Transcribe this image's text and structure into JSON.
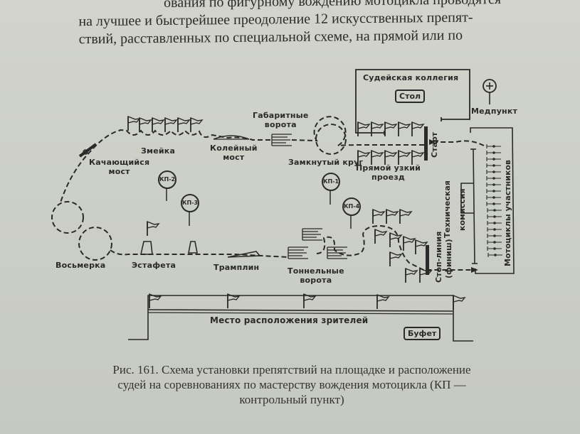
{
  "page_text": {
    "lines": [
      "ования по фигурному вождению мотоцикла проводятся",
      "на лучшее и быстрейшее преодоление 12 искусственных препят-",
      "ствий, расставленных по специальной схеме, на прямой или по"
    ]
  },
  "diagram": {
    "judges_box": {
      "title": "Судейская коллегия",
      "table": "Стол"
    },
    "medical": {
      "icon": "plus-circle-icon",
      "label": "Медпункт"
    },
    "obstacles": {
      "zmeika": "Змейка",
      "kachayushchiysya_most": [
        "Качающийся",
        "мост"
      ],
      "koleiny_most": [
        "Колейный",
        "мост"
      ],
      "gabaritnye_vorota": [
        "Габаритные",
        "ворота"
      ],
      "zamknuty_krug": "Замкнутый круг",
      "pryamoy_uzkiy_proezd": [
        "Прямой узкий",
        "проезд"
      ],
      "vosmerka": "Восьмерка",
      "estafeta": "Эстафета",
      "tramplin": "Трамплин",
      "tonnelnye_vorota": [
        "Тоннельные",
        "ворота"
      ]
    },
    "lines": {
      "start": "Старт",
      "stop_line": "Стоп-линия",
      "finish": "(финиш)"
    },
    "tech_commission": [
      "Техническая",
      "комиссия"
    ],
    "motorcycles": "Мотоциклы участников",
    "checkpoints": [
      "КП-1",
      "КП-2",
      "КП-3",
      "КП-4"
    ],
    "spectators": "Место расположения зрителей",
    "buffet": "Буфет"
  },
  "caption": {
    "lines": [
      "Рис. 161. Схема установки препятствий на площадке и расположение",
      "судей на соревнованиях по мастерству вождения мотоцикла (КП —",
      "контрольный пункт)"
    ]
  }
}
